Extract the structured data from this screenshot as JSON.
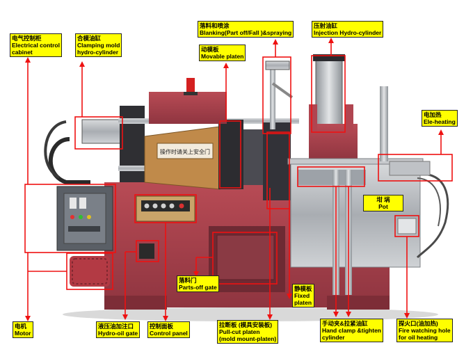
{
  "labels": {
    "elec_cn": "电气控制柜",
    "elec_en1": "Electrical control",
    "elec_en2": "cabinet",
    "clamp_cn": "合模油缸",
    "clamp_en1": "Clamping mold",
    "clamp_en2": "hydro-cylinder",
    "blank_cn": "落料和喷涂",
    "blank_en": "Blanking(Part off/Fall )&spraying",
    "inj_cn": "压射油缸",
    "inj_en": "Injection Hydro-cylinder",
    "mov_cn": "动模板",
    "mov_en": "Movable platen",
    "heat_cn": "电加热",
    "heat_en": "Ele-heating",
    "pot_cn": "坩 埚",
    "pot_en": "Pot",
    "gate_cn": "落料门",
    "gate_en": "Parts-off gate",
    "fixed_cn": "静模板",
    "fixed_en1": "Fixed",
    "fixed_en2": "platen",
    "motor_cn": "电机",
    "motor_en": "Motor",
    "oil_cn": "液压油加注口",
    "oil_en": "Hydro-oil gate",
    "panel_cn": "控制面板",
    "panel_en": "Control panel",
    "pull_cn": "拉断板 (模具安装板)",
    "pull_en1": "Pull-cut platen",
    "pull_en2": "(mold mount-platen)",
    "hand_cn": "手动夹&拉紧油缸",
    "hand_en1": "Hand clamp &tighten",
    "hand_en2": "cylinder",
    "fire_cn": "探火口(油加热)",
    "fire_en1": "Fire watching hole",
    "fire_en2": "for oil heating"
  },
  "door_sign": "操作时请关上安全门",
  "colors": {
    "label_bg": "#ffff00",
    "callout": "#ee1111",
    "machine_red": "#a8404a",
    "steel": "#b9bcc0"
  }
}
